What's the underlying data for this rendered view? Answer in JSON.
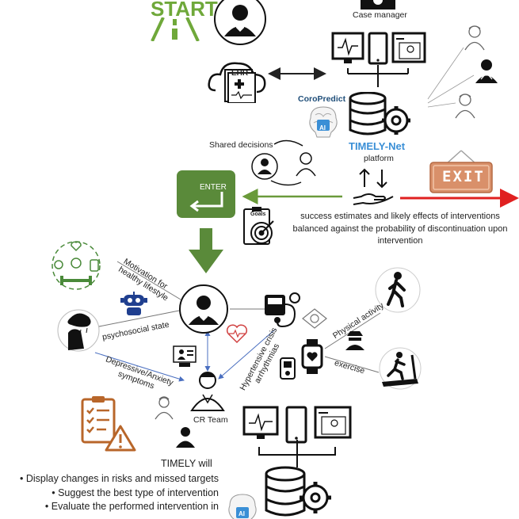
{
  "labels": {
    "start": "START",
    "case_manager": "Case manager",
    "coropredict": "CoroPredict",
    "timely_net": "TIMELY-Net",
    "platform": "platform",
    "shared_decisions": "Shared decisions",
    "enter": "ENTER",
    "exit": "EXIT",
    "goals": "Goals",
    "ehr": "EHR",
    "ai": "AI",
    "success_estimates": "success estimates and likely effects of interventions balanced against the probability of discontinuation upon intervention",
    "motivation": "Motivation for healthy lifestyle",
    "psychosocial": "psychosocial state",
    "depressive": "Depressive/Anxiety symptoms",
    "hypertensive": "Hypertensive crisis arrhythmias",
    "physical_activity": "Physical activity",
    "exercise": "exercise",
    "cr_team": "CR Team",
    "timely_will": "TIMELY will"
  },
  "timely_will_items": [
    "Display changes in risks and missed targets",
    "Suggest the best type of intervention",
    "Evaluate the performed intervention in"
  ],
  "colors": {
    "start_green": "#6fa83a",
    "enter_green": "#5a8a3a",
    "arrow_green": "#6a9a3a",
    "exit_red": "#e02020",
    "exit_sign": "#d9906a",
    "timely_blue": "#3a8fd6",
    "coropredict_navy": "#1f4e79",
    "connector_blue": "#4a6fc0",
    "clipboard_brown": "#b8662a"
  },
  "icons": {
    "start": "road-icon",
    "patient": "patient-avatar-icon",
    "case_manager": "case-manager-icon",
    "platform_screens": "platform-screens-icon",
    "ehr": "ehr-cloud-icon",
    "database": "database-gear-icon",
    "ai": "ai-brain-icon",
    "nurses": "nurse-icon",
    "shared_decisions": "shared-decisions-cycle-icon",
    "data_exchange": "data-exchange-hand-icon",
    "exit": "exit-sign-icon",
    "enter": "enter-key-icon",
    "goals": "goals-target-icon",
    "healthy_lifestyle": "healthy-lifestyle-icon",
    "robot": "robot-icon",
    "depression": "depressed-person-icon",
    "blood_pressure": "blood-pressure-monitor-icon",
    "heart_ecg": "heart-ecg-icon",
    "doctor_consult": "doctor-consult-icon",
    "smartwatch": "smartwatch-icon",
    "glucometer": "glucometer-icon",
    "ecg_sensor": "ecg-sensor-icon",
    "walking": "walking-person-icon",
    "treadmill": "treadmill-icon",
    "spy": "anonymous-user-icon",
    "cr_team": "cr-team-icon",
    "checklist": "checklist-warning-icon"
  }
}
